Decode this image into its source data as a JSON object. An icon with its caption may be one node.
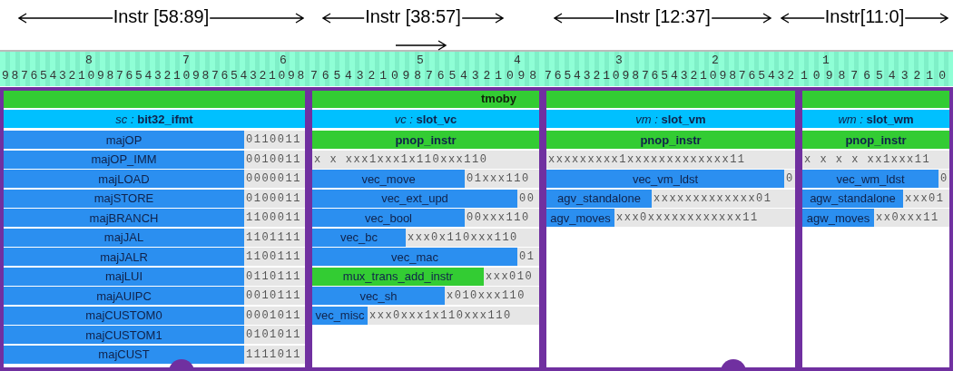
{
  "diagram": {
    "nodes": [
      {
        "text": [
          "tmoby"
        ]
      },
      {
        "text": [
          "*sc :* **bit32_ifmt**"
        ]
      },
      {
        "text": [
          "majOP"
        ],
        "in": 1,
        "beside": [
          "0110011"
        ]
      },
      {
        "text": [
          "majOP_IMM"
        ],
        "in": 1,
        "beside": [
          "0010011"
        ]
      },
      {
        "text": [
          "majLOAD"
        ],
        "in": 1,
        "beside": [
          "0000011"
        ]
      },
      {
        "text": [
          "majSTORE"
        ],
        "in": 1,
        "beside": [
          "0100011"
        ]
      },
      {
        "text": [
          "majBRANCH"
        ],
        "in": 1,
        "beside": [
          "1100011"
        ]
      },
      {
        "text": [
          "majJAL"
        ],
        "in": 1,
        "beside": [
          "1101111"
        ]
      },
      {
        "text": [
          "majJALR"
        ],
        "in": 1,
        "beside": [
          "1100111"
        ]
      },
      {
        "text": [
          "majLUI"
        ],
        "in": 1,
        "beside": [
          "0110111"
        ]
      },
      {
        "text": [
          "majAUIPC"
        ],
        "in": 1,
        "beside": [
          "0010111"
        ]
      },
      {
        "text": [
          "majCUSTOM0"
        ],
        "in": 1,
        "beside": [
          "0001011"
        ]
      },
      {
        "text": [
          "majCUSTOM1"
        ],
        "in": 1,
        "beside": [
          "0101011"
        ]
      },
      {
        "text": [
          "majCUST"
        ],
        "in": 1,
        "beside": [
          "1111011"
        ]
      },
      {
        "text": [
          "*vc :* **slot_vc**"
        ]
      },
      {
        "text": [
          "pnop_instr"
        ],
        "in": 14,
        "beside": [
          "x x xxx1xxx1x110xxx110"
        ]
      },
      {
        "text": [
          "vec_move"
        ],
        "in": 14,
        "beside": [
          "01xxx110"
        ]
      },
      {
        "text": [
          "vec_ext_upd"
        ],
        "in": 14,
        "beside": [
          "00"
        ]
      },
      {
        "text": [
          "vec_bool"
        ],
        "in": 14,
        "beside": [
          "00xxx110"
        ]
      },
      {
        "text": [
          "vec_bc"
        ],
        "in": 14,
        "beside": [
          "xxx0x110xxx110"
        ]
      },
      {
        "text": [
          "vec_mac"
        ],
        "in": 14,
        "beside": [
          "01"
        ]
      },
      {
        "text": [
          "mux_trans_add_instr"
        ],
        "in": 14,
        "beside": [
          "xxx010"
        ]
      },
      {
        "text": [
          "vec_sh"
        ],
        "in": 14,
        "beside": [
          "x010xxx110"
        ]
      },
      {
        "text": [
          "vec_misc"
        ],
        "in": 14,
        "beside": [
          "xxx0xxx1x110xxx110"
        ]
      },
      {
        "text": [
          "*vm :* **slot_vm**"
        ]
      },
      {
        "text": [
          "pnop_instr"
        ],
        "in": 24,
        "beside": [
          "xxxxxxxxx1xxxxxxxxxxxxx11"
        ]
      },
      {
        "text": [
          "vec_vm_ldst"
        ],
        "in": 24,
        "beside": [
          "0"
        ]
      },
      {
        "text": [
          "agv_standalone"
        ],
        "in": 24,
        "beside": [
          "xxxxxxxxxxxxx01"
        ]
      },
      {
        "text": [
          "agv_moves"
        ],
        "in": 24,
        "beside": [
          "xxx0xxxxxxxxxxxx11"
        ]
      },
      {
        "text": [
          "*wm :* **slot_wm**"
        ]
      },
      {
        "text": [
          "pnop_instr"
        ],
        "in": 29,
        "beside": [
          "x x x x xx1xxx11"
        ]
      },
      {
        "text": [
          "vec_wm_ldst"
        ],
        "in": 29,
        "beside": [
          "0"
        ]
      },
      {
        "text": [
          "agw_standalone"
        ],
        "in": 29,
        "beside": [
          "xxx01"
        ]
      },
      {
        "text": [
          "agw_moves"
        ],
        "in": 29,
        "beside": [
          "xx0xxx11"
        ]
      }
    ],
    "edges": [],
    "labels": [
      "Instr [58:89]",
      "Instr [38:57]",
      "Instr [12:37]",
      "Instr[11:0]",
      "8",
      "7",
      "6",
      "5",
      "4",
      "3",
      "2",
      "1",
      "98765432109876543210987654321098",
      "76543210987654321098",
      "76543210987654321098765432",
      "109876543210"
    ]
  }
}
